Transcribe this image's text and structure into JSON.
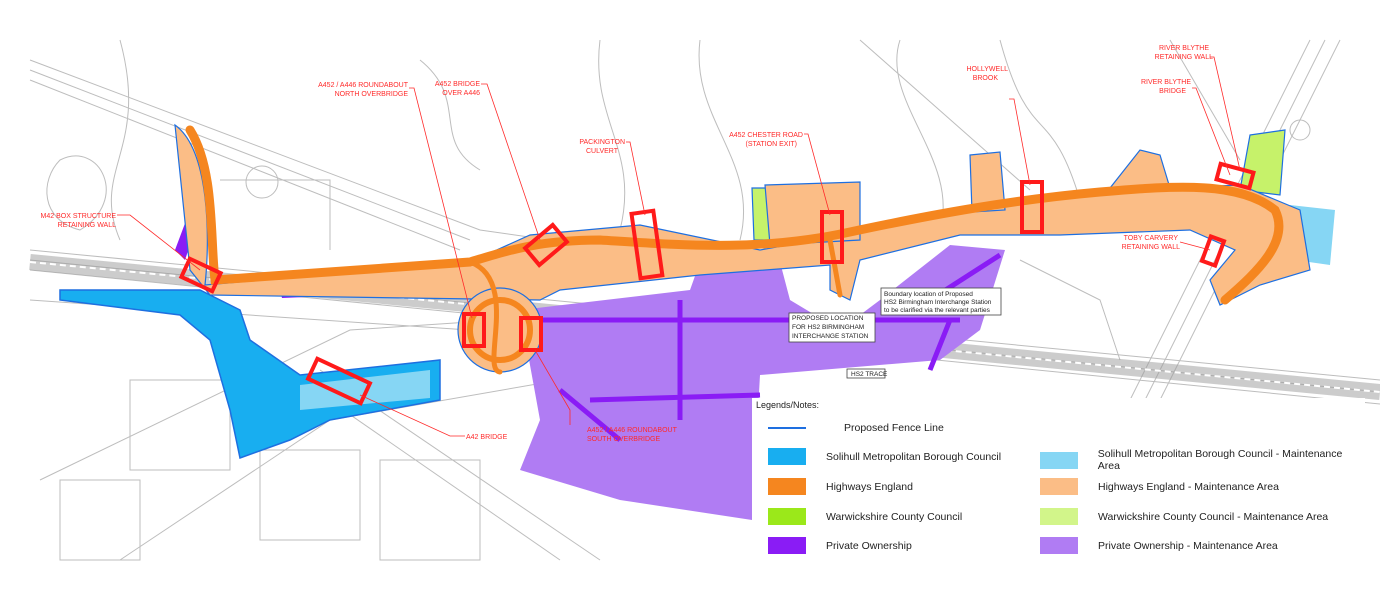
{
  "colors": {
    "fence": "#1e6fe0",
    "solihull": "#18aef0",
    "solihull_maint": "#86d6f4",
    "highways": "#f5861f",
    "highways_maint": "#fbbd86",
    "warwickshire": "#9be81a",
    "warwickshire_maint": "#d2f58a",
    "private": "#8a1cf5",
    "private_maint": "#b07cf3",
    "structure": "#ff1a1a"
  },
  "labels": {
    "m42_box": [
      "M42 BOX STRUCTURE",
      "RETAINING WALL"
    ],
    "roundabout_north": [
      "A452 / A446 ROUNDABOUT",
      "NORTH OVERBRIDGE"
    ],
    "bridge_a446": [
      "A452 BRIDGE",
      "OVER A446"
    ],
    "packington": [
      "PACKINGTON",
      "CULVERT"
    ],
    "chester_road": [
      "A452 CHESTER ROAD",
      "(STATION EXIT)"
    ],
    "hollywell": [
      "HOLLYWELL",
      "BROOK"
    ],
    "blythe_wall": [
      "RIVER BLYTHE",
      "RETAINING WALL"
    ],
    "blythe_bridge": [
      "RIVER BLYTHE",
      "BRIDGE"
    ],
    "toby": [
      "TOBY CARVERY",
      "RETAINING WALL"
    ],
    "roundabout_south": [
      "A452 / A446 ROUNDABOUT",
      "SOUTH OVERBRIDGE"
    ],
    "m42_bridge": [
      "A42 BRIDGE"
    ]
  },
  "notes": {
    "station": [
      "PROPOSED LOCATION",
      "FOR HS2 BIRMINGHAM",
      "INTERCHANGE STATION"
    ],
    "boundary": [
      "Boundary location of Proposed",
      "HS2 Birmingham Interchange Station",
      "to be clarified via the relevant parties"
    ],
    "hs2_trace": "HS2 TRACE"
  },
  "legend": {
    "title": "Legends/Notes:",
    "fence": "Proposed Fence Line",
    "items": [
      {
        "label": "Solihull Metropolitan Borough Council",
        "color": "#18aef0"
      },
      {
        "label": "Solihull Metropolitan Borough Council - Maintenance Area",
        "color": "#86d6f4"
      },
      {
        "label": "Highways England",
        "color": "#f5861f"
      },
      {
        "label": "Highways England - Maintenance Area",
        "color": "#fbbd86"
      },
      {
        "label": "Warwickshire County Council",
        "color": "#9be81a"
      },
      {
        "label": "Warwickshire County Council - Maintenance Area",
        "color": "#d2f58a"
      },
      {
        "label": "Private Ownership",
        "color": "#8a1cf5"
      },
      {
        "label": "Private Ownership - Maintenance Area",
        "color": "#b07cf3"
      }
    ]
  }
}
